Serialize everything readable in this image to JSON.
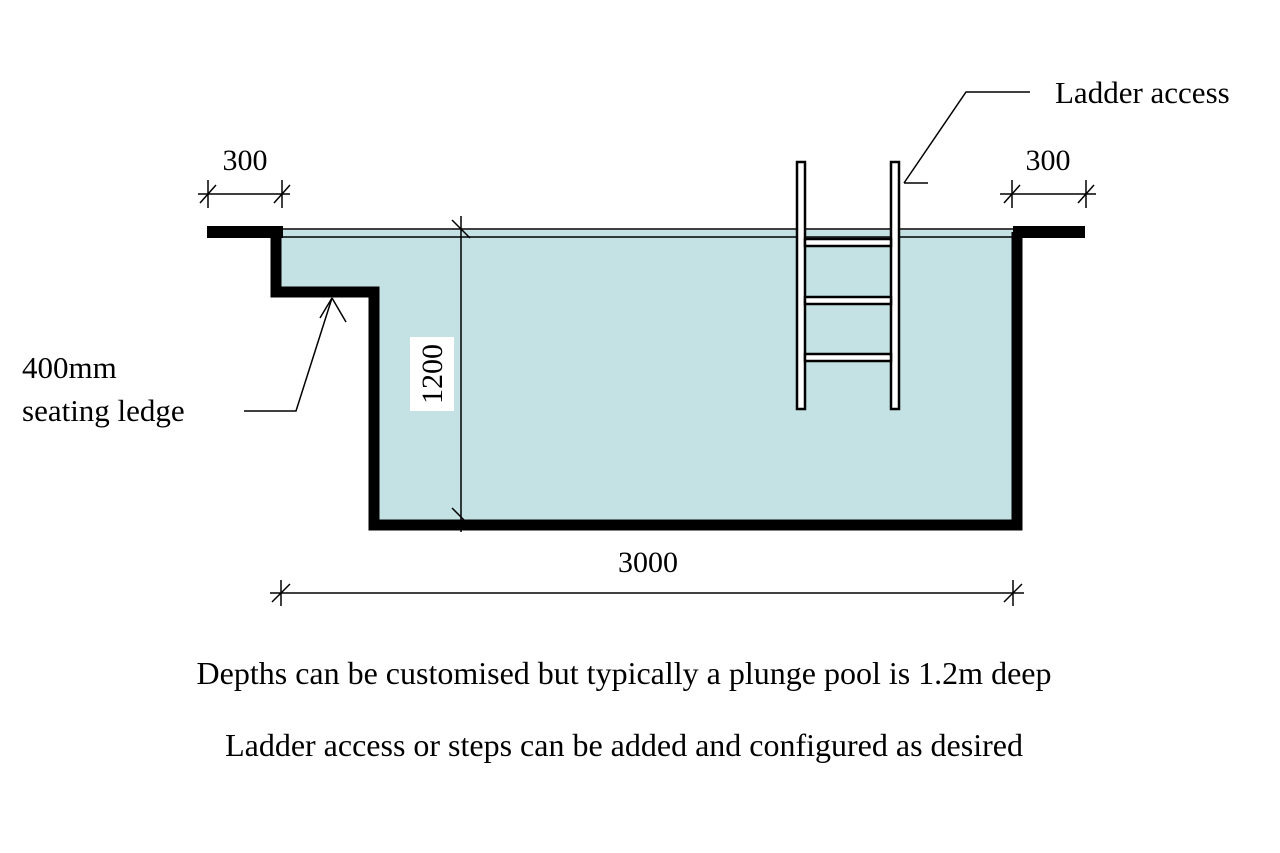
{
  "diagram": {
    "colors": {
      "water": "#c4e2e4",
      "walls": "#000000",
      "background": "#ffffff"
    },
    "dimensions": {
      "left_edge": "300",
      "right_edge": "300",
      "depth": "1200",
      "width": "3000"
    },
    "labels": {
      "ladder": "Ladder access",
      "ledge_line1": "400mm",
      "ledge_line2": "seating ledge"
    },
    "notes": {
      "line1": "Depths can be customised but typically a plunge pool is 1.2m deep",
      "line2": "Ladder access or steps can be added and configured as desired"
    }
  }
}
